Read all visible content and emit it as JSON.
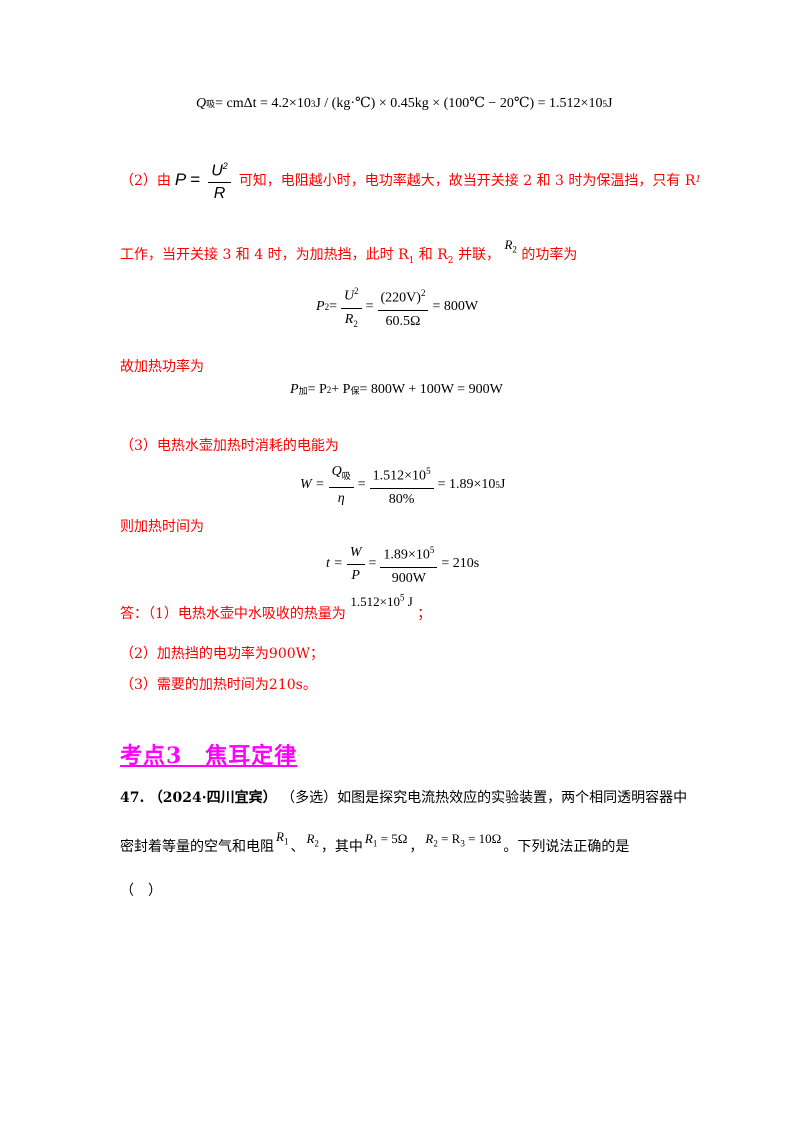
{
  "eq1": {
    "lhs": "Q",
    "lhs_sub": "吸",
    "body": " = cmΔt = 4.2×10",
    "exp": "3",
    "rest": " J / (kg·℃) × 0.45kg × (100℃ − 20℃) = 1.512×10",
    "exp2": "5",
    "tail": " J"
  },
  "step2": {
    "prefix": "（2）由",
    "formula_P": "P",
    "formula_eq": "=",
    "formula_U": "U",
    "formula_U_exp": "2",
    "formula_R": "R",
    "text": "可知，电阻越小时，电功率越大，故当开关接 2 和 3 时为保温挡，只有 R",
    "R_sub": "1"
  },
  "step2b": {
    "text1": "工作，当开关接 3 和 4 时，为加热挡，此时 R",
    "s1": "1",
    "text2": " 和 R",
    "s2": "2",
    "text3": " 并联，",
    "r2": "R",
    "r2_sub": "2",
    "text4": "的功率为"
  },
  "eq2": {
    "lhs": "P",
    "lhs_sub": "2",
    "eq": " = ",
    "num": "U",
    "num_exp": "2",
    "den": "R",
    "den_sub": "2",
    "num2": "(220V)",
    "num2_exp": "2",
    "den2": "60.5Ω",
    "result": " = 800W"
  },
  "line_heat": "故加热功率为",
  "eq3": {
    "lhs": "P",
    "lhs_sub": "加",
    "mid": " = P",
    "mid_sub": "2",
    "plus": " + P",
    "plus_sub": "保",
    "result": " = 800W + 100W = 900W"
  },
  "step3": "（3）电热水壶加热时消耗的电能为",
  "eq4": {
    "lhs": "W = ",
    "num": "Q",
    "num_sub": "吸",
    "den": "η",
    "num2": "1.512×10",
    "num2_exp": "5",
    "den2": "80%",
    "result": " = 1.89×10",
    "result_exp": "5",
    "tail": " J"
  },
  "line_time": "则加热时间为",
  "eq5": {
    "lhs": "t = ",
    "num": "W",
    "den": "P",
    "num2": "1.89×10",
    "num2_exp": "5",
    "den2": "900W",
    "result": " = 210s"
  },
  "answer1": {
    "text": "答：（1）电热水壶中水吸收的热量为",
    "val": "1.512×10",
    "exp": "5",
    "unit": " J",
    "end": "；"
  },
  "answer2": "（2）加热挡的电功率为900W；",
  "answer3": "（3）需要的加热时间为210s。",
  "heading": "考点3　焦耳定律",
  "q47": {
    "num": "47.",
    "src": "（2024·四川宜宾）",
    "text": "（多选）如图是探究电流热效应的实验装置，两个相同透明容器中"
  },
  "q47b": {
    "text1": "密封着等量的空气和电阻",
    "r1": "R",
    "r1s": "1",
    "sep": "、",
    "r2": "R",
    "r2s": "2",
    "text2": "，其中",
    "cond1": "R",
    "cond1s": "1",
    "cond1v": " = 5Ω",
    "comma": "，",
    "cond2": "R",
    "cond2s": "2",
    "cond2m": " = R",
    "cond2s2": "3",
    "cond2v": " = 10Ω",
    "text3": "。下列说法正确的是"
  },
  "q47c": "（　）"
}
